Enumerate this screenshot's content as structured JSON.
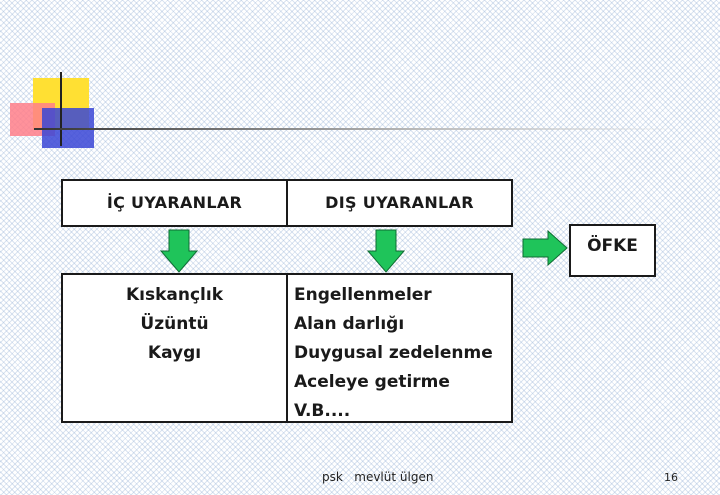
{
  "colors": {
    "arrow_fill": "#1fc45a",
    "arrow_stroke": "#0e6b33",
    "logo_yellow": "#ffe033",
    "logo_red": "#ff7f8a",
    "logo_blue": "#3a46d6"
  },
  "boxes": {
    "ic_title": "İÇ UYARANLAR",
    "dis_title": "DIŞ UYARANLAR",
    "ic_items": [
      "Kıskançlık",
      "Üzüntü",
      "Kaygı"
    ],
    "dis_items": [
      "Engellenmeler",
      "Alan darlığı",
      "Duygusal zedelenme",
      "Aceleye getirme",
      "V.B...."
    ],
    "result": "ÖFKE"
  },
  "footer": {
    "author": "psk   mevlüt ülgen",
    "page_number": "16"
  },
  "icons": {
    "down_arrow": "arrow-down-icon",
    "right_arrow": "arrow-right-icon"
  }
}
